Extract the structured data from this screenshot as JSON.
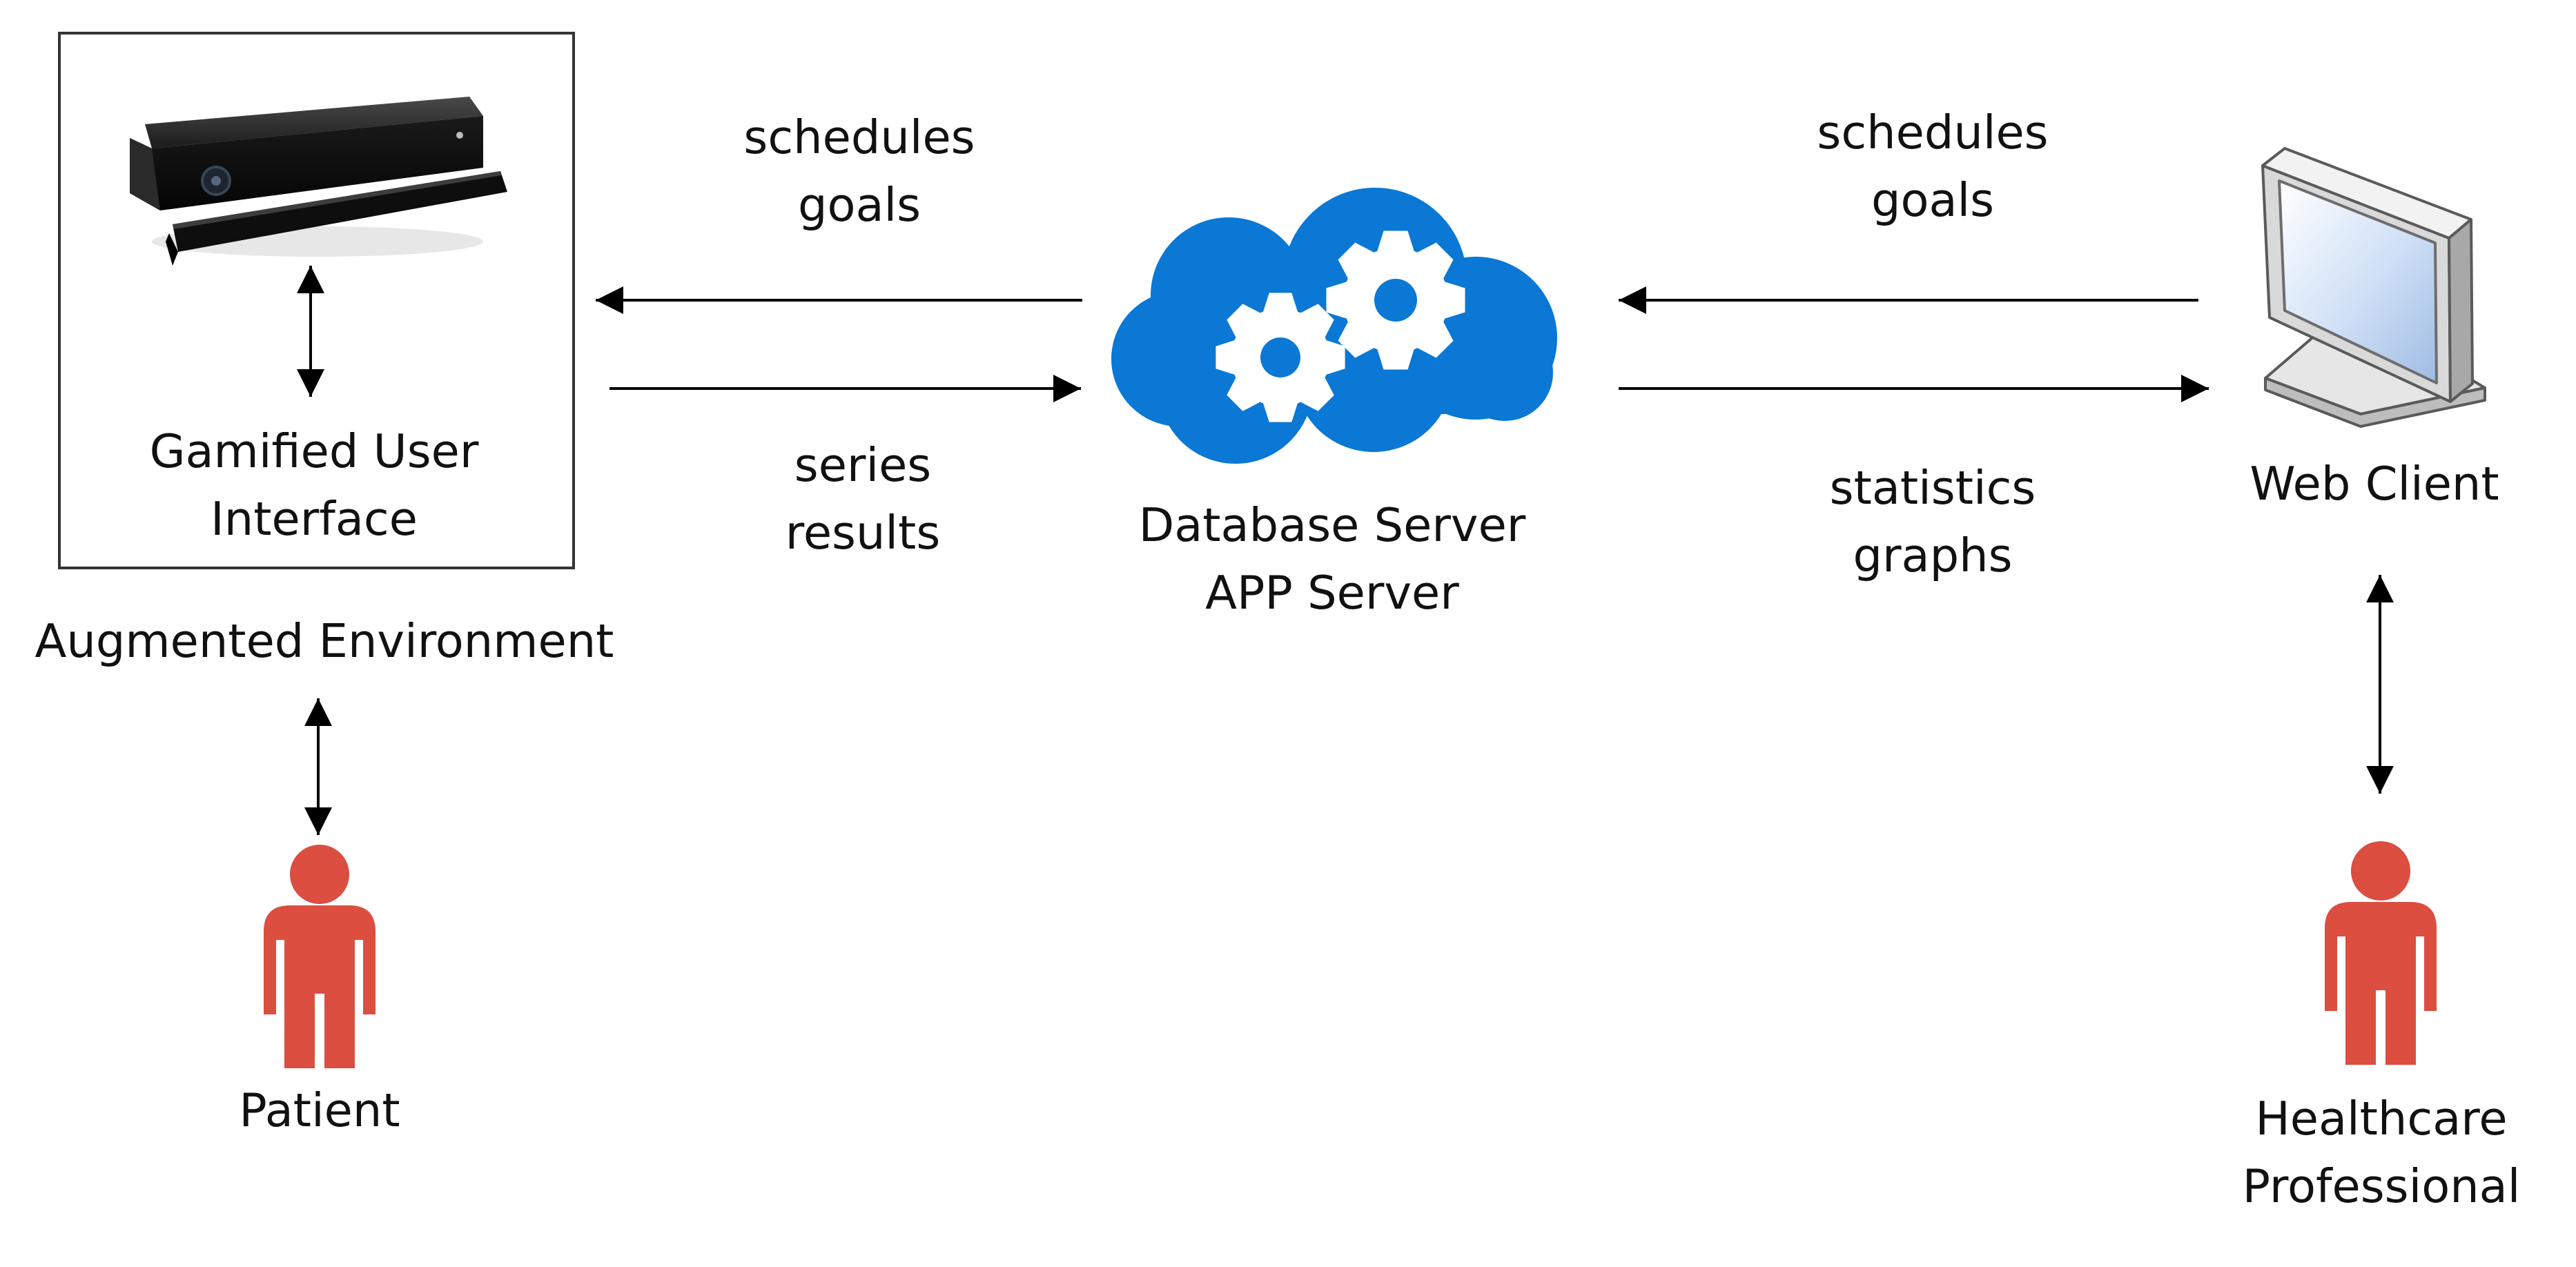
{
  "device_box": {
    "label_lines": [
      "Gamified User",
      "Interface"
    ]
  },
  "augmented_environment": {
    "label": "Augmented Environment"
  },
  "patient": {
    "label": "Patient",
    "color": "#DB4E40"
  },
  "server": {
    "label_lines": [
      "Database Server",
      "APP Server"
    ],
    "color": "#0A78D4"
  },
  "web_client": {
    "label": "Web Client"
  },
  "professional": {
    "label_lines": [
      "Healthcare",
      "Professional"
    ],
    "color": "#8CB653"
  },
  "flows": {
    "left_top_lines": [
      "schedules",
      "goals"
    ],
    "left_bottom_lines": [
      "series",
      "results"
    ],
    "right_top_lines": [
      "schedules",
      "goals"
    ],
    "right_bottom_lines": [
      "statistics",
      "graphs"
    ]
  }
}
